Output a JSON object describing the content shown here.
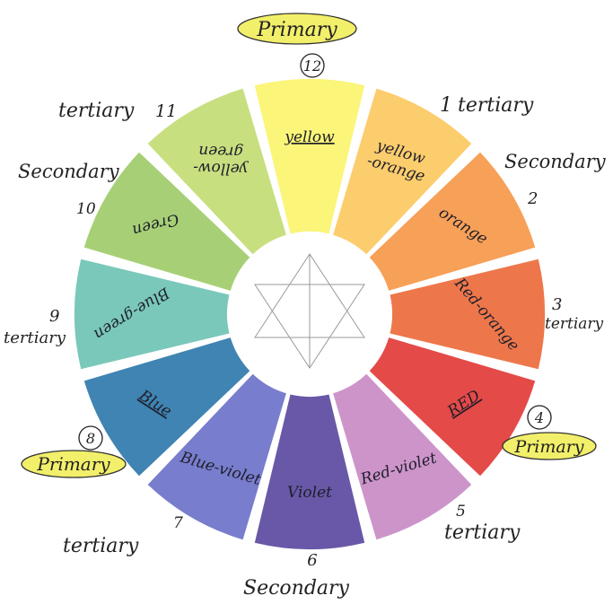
{
  "segments": [
    {
      "number": "12",
      "label": "yellow",
      "type": "Primary",
      "color": "#fbf46e",
      "underline": true
    },
    {
      "number": "1",
      "label": "yellow\n-orange",
      "type": "tertiary",
      "color": "#fcc961"
    },
    {
      "number": "2",
      "label": "orange",
      "type": "Secondary",
      "color": "#f6984a"
    },
    {
      "number": "3",
      "label": "Red-orange",
      "type": "tertiary",
      "color": "#ec6b3c"
    },
    {
      "number": "4",
      "label": "RED",
      "type": "Primary",
      "color": "#e23b38",
      "underline": true
    },
    {
      "number": "5",
      "label": "Red-violet",
      "type": "tertiary",
      "color": "#c98bc6"
    },
    {
      "number": "6",
      "label": "Violet",
      "type": "Secondary",
      "color": "#5b4aa0"
    },
    {
      "number": "7",
      "label": "Blue-violet",
      "type": "tertiary",
      "color": "#6d72c9"
    },
    {
      "number": "8",
      "label": "Blue",
      "type": "Primary",
      "color": "#2f7aab",
      "underline": true
    },
    {
      "number": "9",
      "label": "Blue-green",
      "type": "tertiary",
      "color": "#6fc3b3"
    },
    {
      "number": "10",
      "label": "Green",
      "type": "Secondary",
      "color": "#9fcc6a"
    },
    {
      "number": "11",
      "label": "yellow-\ngreen",
      "type": "tertiary",
      "color": "#c2dc74"
    }
  ],
  "outer_labels": {
    "s12": {
      "type": "Primary",
      "number": "12"
    },
    "s1": {
      "number": "1",
      "type": "tertiary"
    },
    "s2": {
      "type": "Secondary",
      "number": "2"
    },
    "s3": {
      "number": "3",
      "type": "tertiary"
    },
    "s4": {
      "number": "4",
      "type": "Primary"
    },
    "s5": {
      "number": "5",
      "type": "tertiary"
    },
    "s6": {
      "number": "6",
      "type": "Secondary"
    },
    "s7": {
      "type": "tertiary",
      "number": "7"
    },
    "s8": {
      "number": "8",
      "type": "Primary"
    },
    "s9": {
      "number": "9",
      "type": "tertiary"
    },
    "s10": {
      "type": "Secondary",
      "number": "10"
    },
    "s11": {
      "type": "tertiary",
      "number": "11"
    }
  }
}
